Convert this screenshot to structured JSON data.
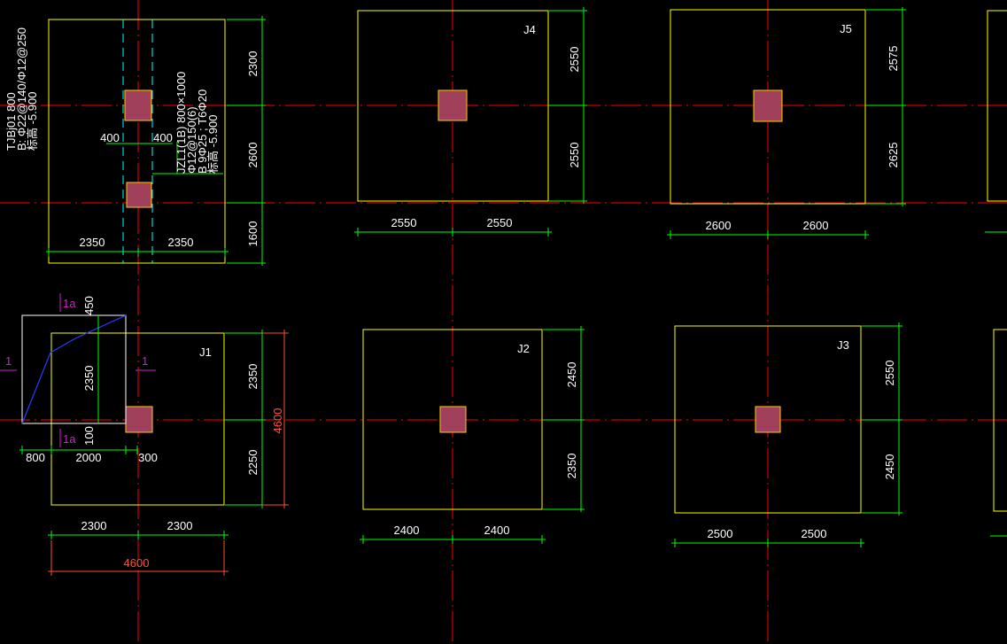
{
  "colors": {
    "background": "#000000",
    "axis": "#ff0000",
    "footing_outline": "#ffff00",
    "column_fill": "#a0405a",
    "column_outline": "#ffcc00",
    "dimension": "#00ff00",
    "text": "#ffffff",
    "total_dimension": "#ff5030",
    "section_mark": "#d020d0",
    "slope_line": "#2a3cff",
    "beam_edge": "#00ffff"
  },
  "beam": {
    "label_lines": [
      "TJBj01 800",
      "B: Φ22@140/Φ12@250",
      "标高 -5.900"
    ],
    "top_dim": "2300",
    "mid_dim": "2600",
    "bot_dim": "1600",
    "left_dim": "2350",
    "right_dim": "2350",
    "gap_left": "400",
    "gap_right": "400"
  },
  "joint": {
    "label_lines": [
      "JZL1(1B) 800×1000",
      "Φ12@150(6)",
      "B 9Φ25 ; T6Φ20",
      "标高 -5.900"
    ]
  },
  "footings": {
    "j4": {
      "name": "J4",
      "top_dim": "2550",
      "bottom_dim": "2550",
      "left_dim": "2550",
      "right_dim": "2550"
    },
    "j5": {
      "name": "J5",
      "top_dim": "2575",
      "bottom_dim": "2625",
      "left_dim": "2600",
      "right_dim": "2600"
    },
    "j1": {
      "name": "J1",
      "top_dim": "2350",
      "bottom_dim": "2250",
      "total_v": "4600",
      "left_dim": "2300",
      "right_dim": "2300",
      "total_h": "4600"
    },
    "j2": {
      "name": "J2",
      "top_dim": "2450",
      "bottom_dim": "2350",
      "left_dim": "2400",
      "right_dim": "2400"
    },
    "j3": {
      "name": "J3",
      "top_dim": "2550",
      "bottom_dim": "2450",
      "left_dim": "2500",
      "right_dim": "2500"
    }
  },
  "section": {
    "mark_1": "1",
    "mark_1a": "1a",
    "d450": "450",
    "d2350": "2350",
    "d100": "100",
    "d800": "800",
    "d2000": "2000",
    "d300": "300"
  }
}
